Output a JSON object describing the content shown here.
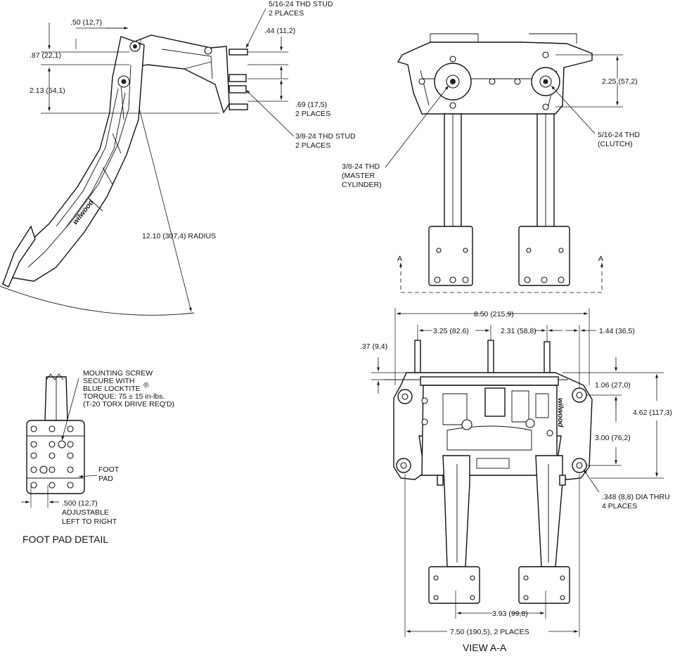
{
  "side_view": {
    "stud_516": [
      "5/16-24 THD STUD",
      "2 PLACES"
    ],
    "dim_50": ".50 (12,7)",
    "dim_44": ".44 (11,2)",
    "dim_87": ".87 (22,1)",
    "dim_213": "2.13 (54,1)",
    "dim_69": [
      ".69 (17,5)",
      "2 PLACES"
    ],
    "stud_38": [
      "3/8-24 THD STUD",
      "2 PLACES"
    ],
    "radius": "12.10 (307,4) RADIUS",
    "logo": "wilwood"
  },
  "top_view": {
    "dim_225": "2.25 (57,2)",
    "clutch": [
      "5/16-24 THD",
      "(CLUTCH)"
    ],
    "master": [
      "3/8-24 THD",
      "(MASTER",
      "CYLINDER)"
    ],
    "section_a": "A"
  },
  "view_aa": {
    "dim_850": "8.50 (215,9)",
    "dim_325": "3.25 (82,6)",
    "dim_231": "2.31 (58,8)",
    "dim_144": "1.44 (36,5)",
    "dim_37": ".37 (9,4)",
    "dim_106": "1.06 (27,0)",
    "dim_462": "4.62 (117,3)",
    "dim_300": "3.00 (76,2)",
    "holes": [
      ".348 (8,8) DIA THRU",
      "4 PLACES"
    ],
    "dim_393": "3.93 (99,8)",
    "dim_750": "7.50 (190,5), 2 PLACES",
    "caption": "VIEW A-A",
    "logo": "wilwood"
  },
  "foot_pad": {
    "screw": [
      "MOUNTING SCREW",
      "SECURE WITH",
      "BLUE LOCKTITE",
      "TORQUE: 75 ± 15 in-lbs.",
      "(T-20 TORX DRIVE REQ'D)"
    ],
    "registered": "®",
    "foot_pad": [
      "FOOT",
      "PAD"
    ],
    "adjust": [
      ".500 (12,7)",
      "ADJUSTABLE",
      "LEFT TO RIGHT"
    ],
    "caption": "FOOT PAD DETAIL"
  }
}
